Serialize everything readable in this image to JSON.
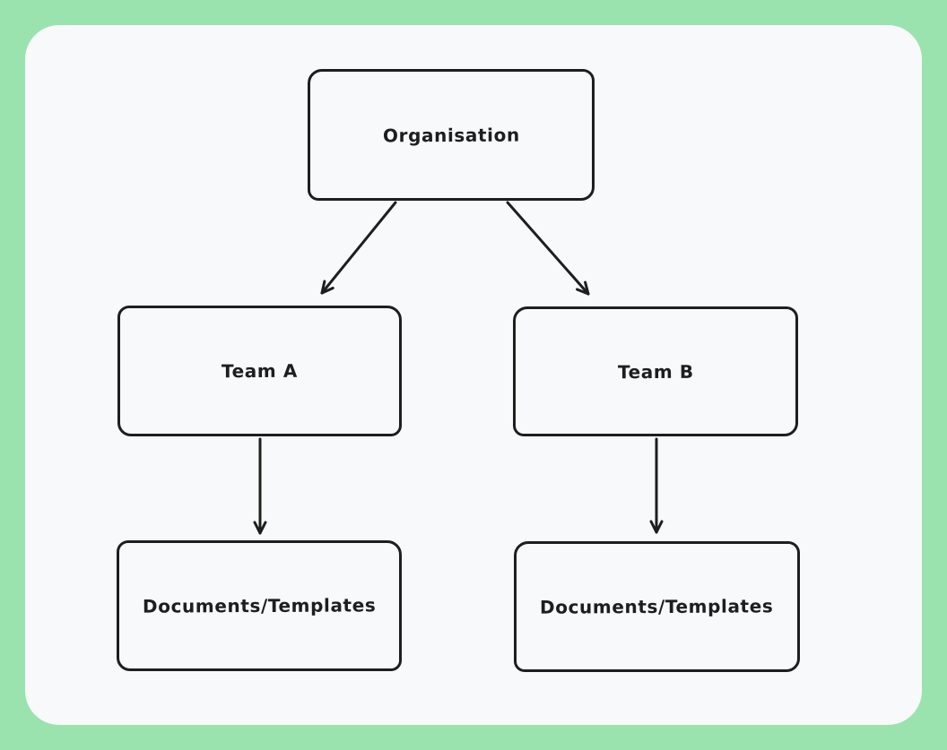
{
  "diagram": {
    "type": "flowchart",
    "style": "hand-drawn-whiteboard",
    "nodes": [
      {
        "id": "organisation",
        "label": "Organisation"
      },
      {
        "id": "team-a",
        "label": "Team A"
      },
      {
        "id": "team-b",
        "label": "Team B"
      },
      {
        "id": "docs-a",
        "label": "Documents/Templates"
      },
      {
        "id": "docs-b",
        "label": "Documents/Templates"
      }
    ],
    "edges": [
      {
        "from": "organisation",
        "to": "team-a",
        "arrowhead": "v-open"
      },
      {
        "from": "organisation",
        "to": "team-b",
        "arrowhead": "v-open"
      },
      {
        "from": "team-a",
        "to": "docs-a",
        "arrowhead": "v-open"
      },
      {
        "from": "team-b",
        "to": "docs-b",
        "arrowhead": "v-open"
      }
    ],
    "colors": {
      "frame": "#9ae3ae",
      "canvas": "#f8f9fb",
      "stroke": "#1e1e1e"
    }
  }
}
